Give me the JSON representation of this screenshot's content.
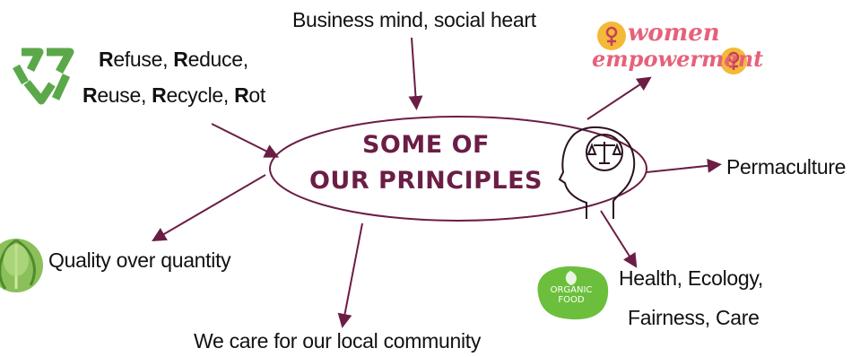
{
  "center": {
    "line1": "SOME OF",
    "line2": "OUR PRINCIPLES"
  },
  "principles": {
    "business": "Business mind, social heart",
    "rrr_line1": [
      {
        "initial": "R",
        "rest": "efuse, "
      },
      {
        "initial": "R",
        "rest": "educe,"
      }
    ],
    "rrr_line2": [
      {
        "initial": "R",
        "rest": "euse, "
      },
      {
        "initial": "R",
        "rest": "ecycle, "
      },
      {
        "initial": "R",
        "rest": "ot"
      }
    ],
    "permaculture": "Permaculture",
    "quality": "Quality over quantity",
    "health_line1": "Health, Ecology,",
    "health_line2": "Fairness, Care",
    "community": "We care for our local community"
  },
  "women_logo": {
    "line1": "women",
    "line2": "empowerment"
  },
  "organic_badge": {
    "line1": "ORGANIC",
    "line2": "FOOD"
  },
  "icons": [
    "recycle-icon",
    "women-empowerment-logo",
    "head-scales-icon",
    "cabbage-icon",
    "organic-food-badge"
  ],
  "colors": {
    "accent": "#6b1e45",
    "recycle": "#5aa84a",
    "organic": "#6cbf3c",
    "women": "#e6617a",
    "sun": "#f5b938"
  }
}
